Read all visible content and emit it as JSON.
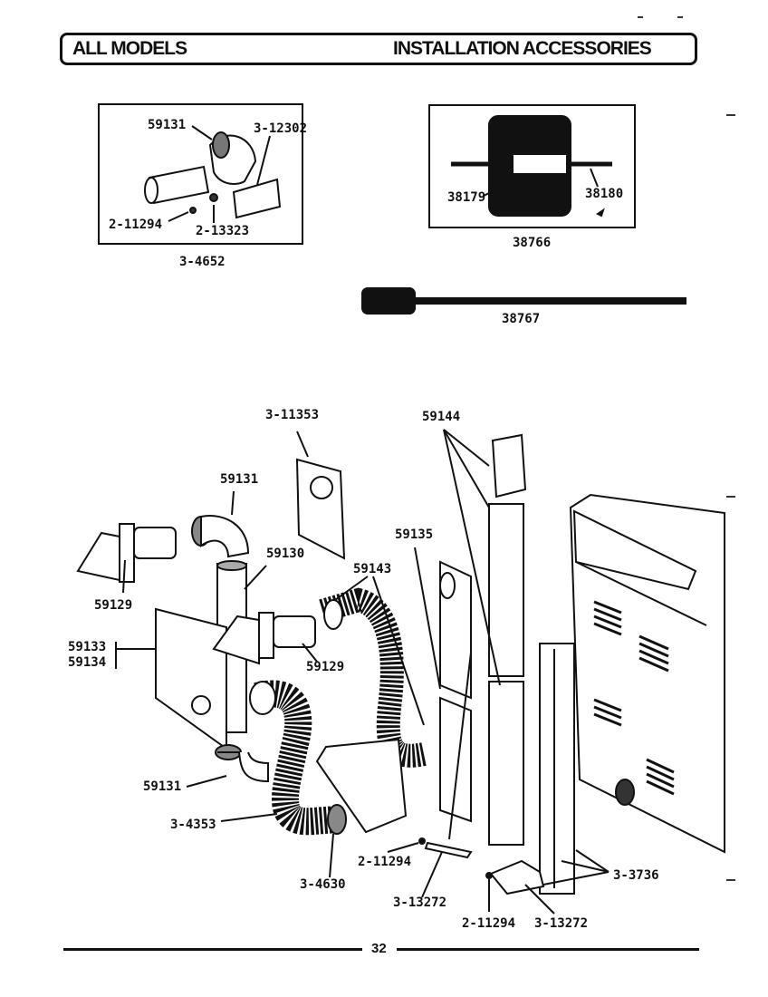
{
  "header": {
    "left_title": "ALL MODELS",
    "right_title": "INSTALLATION ACCESSORIES"
  },
  "kit_3_4652": {
    "kit_number": "3-4652",
    "parts": {
      "elbow": "59131",
      "plate": "3-12302",
      "screw": "2-11294",
      "clamp": "2-13323"
    }
  },
  "kit_38766": {
    "kit_number": "38766",
    "parts": {
      "brush_head": "38179",
      "brush_rod": "38180"
    }
  },
  "brush_38767": {
    "part_number": "38767"
  },
  "main_diagram": {
    "labels": {
      "template": "3-11353",
      "duct_vertical": "59144",
      "elbow_top": "59131",
      "hood_left": "59129",
      "pipe": "59130",
      "duct_flat": "59135",
      "flex_duct": "59143",
      "wall_plate_a": "59133",
      "wall_plate_b": "59134",
      "hood_center": "59129",
      "elbow_bottom": "59131",
      "flex_hose": "3-4353",
      "clamp": "3-4630",
      "screw_left": "2-11294",
      "bracket_left": "3-13272",
      "kit_3736": "3-3736",
      "screw_right": "2-11294",
      "bracket_right": "3-13272"
    }
  },
  "footer": {
    "page_number": "32"
  }
}
